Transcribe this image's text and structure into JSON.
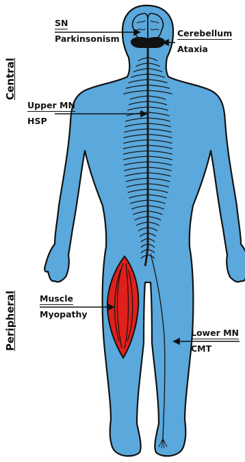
{
  "section_labels": {
    "central": "Central",
    "peripheral": "Peripheral"
  },
  "annotations": {
    "sn": {
      "title": "SN",
      "subtitle": "Parkinsonism"
    },
    "cerebellum": {
      "title": "Cerebellum",
      "subtitle": "Ataxia"
    },
    "upper_mn": {
      "title": "Upper MN",
      "subtitle": "HSP"
    },
    "muscle": {
      "title": "Muscle",
      "subtitle": "Myopathy"
    },
    "lower_mn": {
      "title": "Lower MN",
      "subtitle": "CMT"
    }
  },
  "colors": {
    "body": "#5aa8dc",
    "outline": "#111111",
    "muscle": "#e0201c",
    "nerve": "#1a1a1a",
    "brain": "#5aa8dc",
    "cerebellum": "#111111"
  }
}
